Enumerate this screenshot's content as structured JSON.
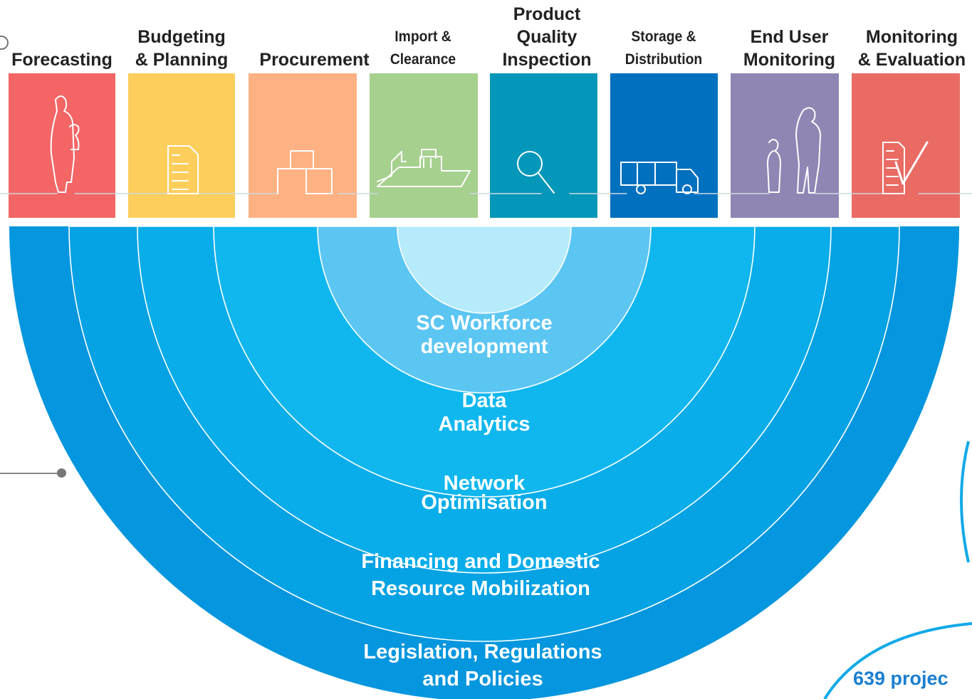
{
  "stages": [
    {
      "lines": [
        "Forecasting"
      ],
      "size": "big",
      "color": "#f46565",
      "icon": "mother-child-icon"
    },
    {
      "lines": [
        "Budgeting",
        "& Planning"
      ],
      "size": "big",
      "color": "#fdce5b",
      "icon": "document-list-icon"
    },
    {
      "lines": [
        "Procurement"
      ],
      "size": "big",
      "color": "#feb182",
      "icon": "boxes-icon"
    },
    {
      "lines": [
        "Import &",
        "Clearance"
      ],
      "size": "small",
      "color": "#a6d08e",
      "icon": "cargo-ship-icon"
    },
    {
      "lines": [
        "Product",
        "Quality",
        "Inspection"
      ],
      "size": "big",
      "color": "#0597b9",
      "icon": "magnifier-icon"
    },
    {
      "lines": [
        "Storage &",
        "Distribution"
      ],
      "size": "small",
      "color": "#0070bf",
      "icon": "truck-icon"
    },
    {
      "lines": [
        "End User",
        "Monitoring"
      ],
      "size": "big",
      "color": "#8f86b4",
      "icon": "health-worker-child-icon"
    },
    {
      "lines": [
        "Monitoring",
        "& Evaluation"
      ],
      "size": "big",
      "color": "#e96b63",
      "icon": "checklist-icon"
    }
  ],
  "rings": [
    {
      "lines": [
        "Legislation, Regulations",
        "and Policies"
      ],
      "color": "#0496de"
    },
    {
      "lines": [
        "Financing and Domestic",
        "Resource Mobilization"
      ],
      "color": "#05a2e4"
    },
    {
      "lines": [
        "Network",
        "Optimisation"
      ],
      "color": "#08ade9"
    },
    {
      "lines": [
        "Data",
        "Analytics"
      ],
      "color": "#10b7ee"
    },
    {
      "lines": [
        "SC Workforce",
        "development"
      ],
      "color": "#5cc6f3"
    },
    {
      "lines": [],
      "color": "#b5ebfb"
    }
  ],
  "footer_stat": "639 projec"
}
